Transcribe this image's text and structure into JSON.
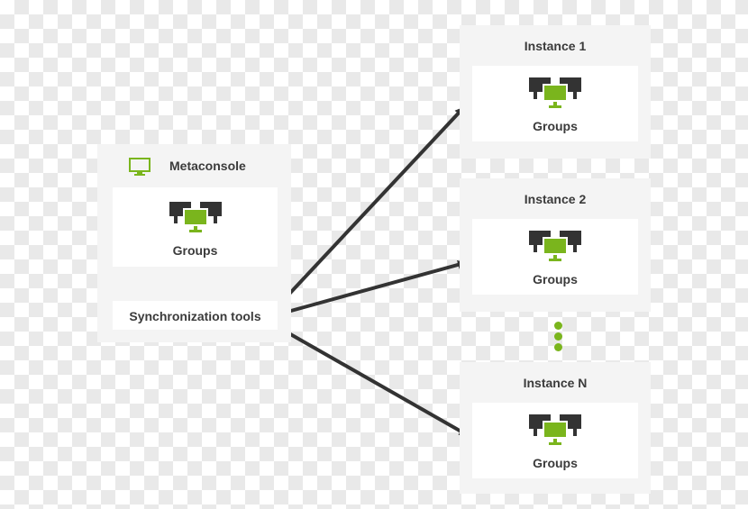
{
  "colors": {
    "accent": "#7ab51d",
    "dark": "#333333",
    "panel": "#f4f4f4"
  },
  "metaconsole": {
    "title": "Metaconsole",
    "icon": "monitor-outline-icon",
    "groups_label": "Groups",
    "groups_icon": "monitors-group-icon",
    "sync_label": "Synchronization tools"
  },
  "instances": [
    {
      "title": "Instance 1",
      "groups_label": "Groups"
    },
    {
      "title": "Instance 2",
      "groups_label": "Groups"
    },
    {
      "title": "Instance N",
      "groups_label": "Groups"
    }
  ],
  "ellipsis_icon": "vertical-ellipsis-icon"
}
